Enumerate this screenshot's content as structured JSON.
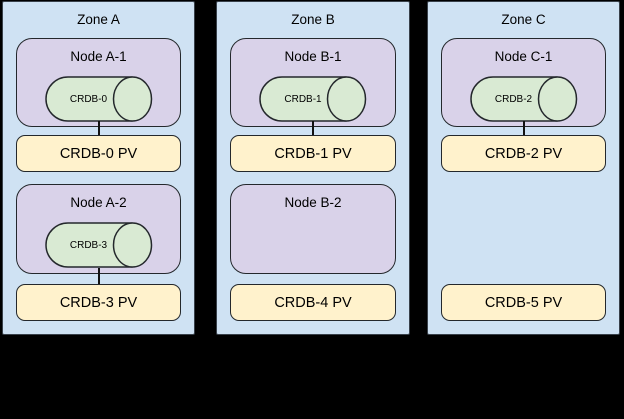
{
  "diagram": {
    "background": "#000000",
    "palette": {
      "zone_fill": "#cfe2f3",
      "node_fill": "#d9d2e9",
      "cylinder_fill": "#d9ead3",
      "pv_fill": "#fff2cc",
      "stroke": "#222222"
    }
  },
  "zones": [
    {
      "label": "Zone A",
      "nodes": [
        {
          "label": "Node A-1",
          "cylinder": "CRDB-0"
        },
        {
          "label": "Node A-2",
          "cylinder": "CRDB-3"
        }
      ],
      "pvs": [
        {
          "label": "CRDB-0 PV"
        },
        {
          "label": "CRDB-3 PV"
        }
      ]
    },
    {
      "label": "Zone B",
      "nodes": [
        {
          "label": "Node B-1",
          "cylinder": "CRDB-1"
        },
        {
          "label": "Node B-2"
        }
      ],
      "pvs": [
        {
          "label": "CRDB-1 PV"
        },
        {
          "label": "CRDB-4 PV"
        }
      ]
    },
    {
      "label": "Zone C",
      "nodes": [
        {
          "label": "Node C-1",
          "cylinder": "CRDB-2"
        }
      ],
      "pvs": [
        {
          "label": "CRDB-2 PV"
        },
        {
          "label": "CRDB-5 PV"
        }
      ]
    }
  ]
}
